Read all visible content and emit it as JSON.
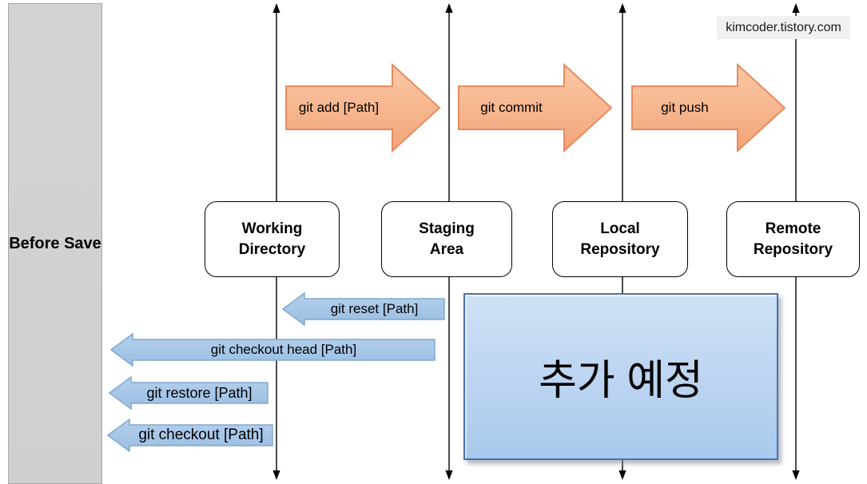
{
  "watermark": {
    "text": "kimcoder.tistory.com"
  },
  "sidebar": {
    "label": "Before Save"
  },
  "nodes": [
    {
      "label": "Working Directory"
    },
    {
      "label": "Staging Area"
    },
    {
      "label": "Local Repository"
    },
    {
      "label": "Remote Repository"
    }
  ],
  "forward_arrows": [
    {
      "label": "git add [Path]"
    },
    {
      "label": "git commit"
    },
    {
      "label": "git push"
    }
  ],
  "backward_arrows": [
    {
      "label": "git reset [Path]"
    },
    {
      "label": "git checkout head [Path]"
    },
    {
      "label": "git restore [Path]"
    },
    {
      "label": "git checkout [Path]"
    }
  ],
  "placeholder": {
    "label": "추가 예정"
  },
  "colors": {
    "forward_arrow_fill_top": "#FBC9A6",
    "forward_arrow_fill_bottom": "#F2A478",
    "forward_arrow_border": "#E78B5E",
    "backward_arrow_fill_top": "#B5D0ED",
    "backward_arrow_fill_bottom": "#9ABEE2",
    "backward_arrow_border": "#7FA8D0",
    "placeholder_fill_top": "#CFE1F6",
    "placeholder_fill_bottom": "#A9C9ED",
    "placeholder_border": "#4A71AD",
    "lane_line": "#000000",
    "sidebar_fill": "#D1D1D1",
    "watermark_background": "#F1F1F1"
  }
}
